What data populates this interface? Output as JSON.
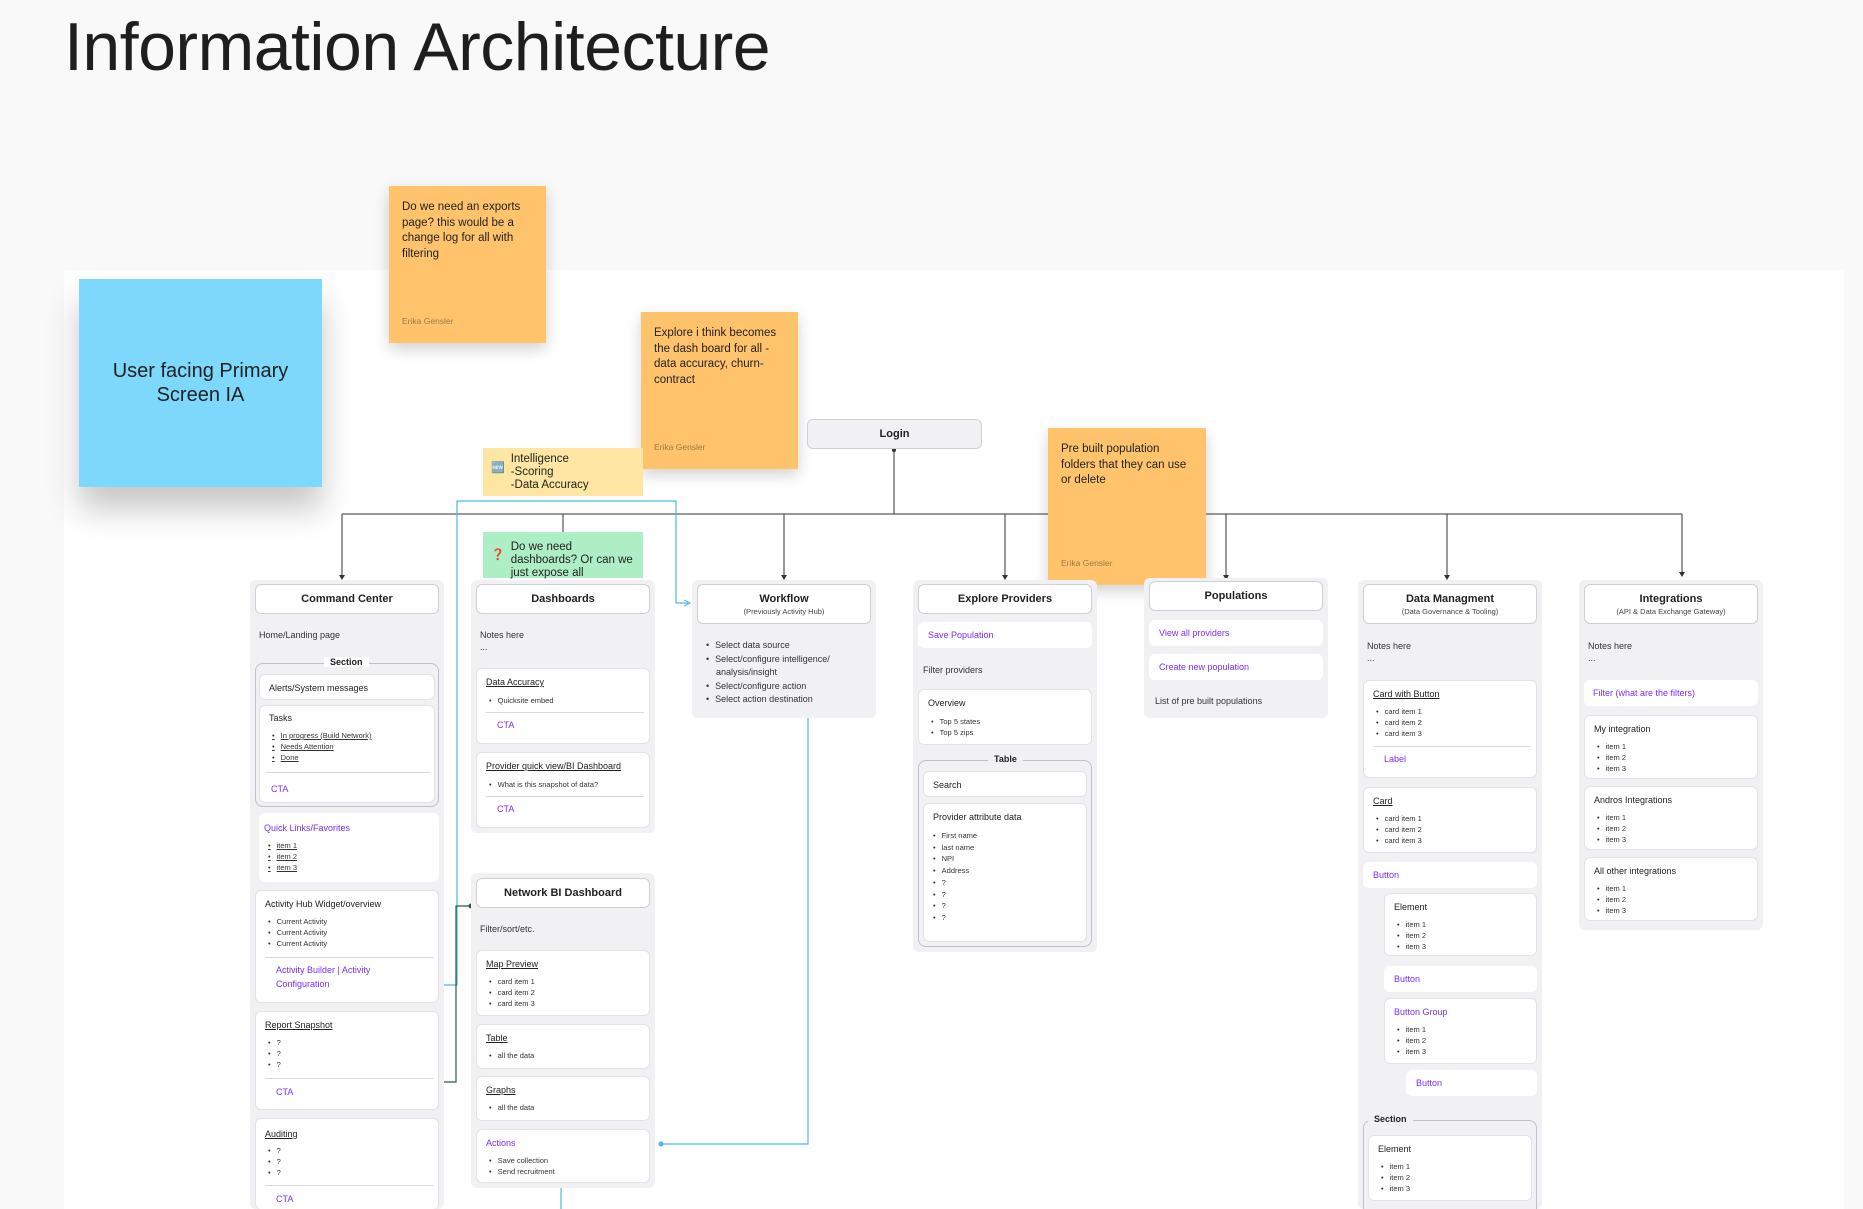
{
  "page_title": "Information Architecture",
  "primary_sticky": "User facing Primary Screen IA",
  "stickies": {
    "exports": {
      "text": "Do we need an exports page? this would be a change log for all with filtering",
      "author": "Erika Gensler"
    },
    "explore": {
      "text": "Explore i think becomes the dash board for all - data accuracy, churn-contract",
      "author": "Erika Gensler"
    },
    "prebuilt": {
      "text": "Pre built population folders that they can use or delete",
      "author": "Erika Gensler"
    }
  },
  "notes": {
    "intelligence": {
      "emoji": "🆕",
      "lines": [
        "Intelligence",
        "-Scoring",
        "-Data Accuracy"
      ]
    },
    "dashboards_q": {
      "emoji": "❓",
      "text": "Do we need dashboards? Or can we just expose all dashboards in nav"
    }
  },
  "login": "Login",
  "command_center": {
    "title": "Command Center",
    "subtitle": "Home/Landing page",
    "section_label": "Section",
    "alerts": "Alerts/System messages",
    "tasks_title": "Tasks",
    "tasks": [
      "In progress (Build Network)",
      "Needs Attention",
      "Done"
    ],
    "cta": "CTA",
    "quick_links": "Quick Links/Favorites",
    "quick_items": [
      "item 1",
      "item 2",
      "item 3"
    ],
    "activity_title": "Activity Hub Widget/overview",
    "activity_items": [
      "Current Activity",
      "Current Activity",
      "Current Activity"
    ],
    "activity_link_1": "Activity Builder |  Activity",
    "activity_link_2": "Configuration",
    "report_title": "Report Snapshot",
    "report_items": [
      "?",
      "?",
      "?"
    ],
    "report_cta": "CTA",
    "auditing_title": "Auditing",
    "auditing_items": [
      "?",
      "?",
      "?"
    ],
    "auditing_cta": "CTA"
  },
  "dashboards": {
    "title": "Dashboards",
    "notes": "Notes here",
    "notes_more": "...",
    "data_accuracy": "Data Accuracy",
    "data_accuracy_items": [
      "Quicksite embed"
    ],
    "cta1": "CTA",
    "provider_quick": "Provider quick view/BI Dashboard",
    "provider_items": [
      "What is this snapshot of data?"
    ],
    "cta2": "CTA"
  },
  "network_bi": {
    "title": "Network BI Dashboard",
    "subtitle": "Filter/sort/etc.",
    "map_title": "Map Preview",
    "map_items": [
      "card item 1",
      "card item 2",
      "card item 3"
    ],
    "table_title": "Table",
    "table_items": [
      "all the data"
    ],
    "graphs_title": "Graphs",
    "graphs_items": [
      "all the data"
    ],
    "actions_title": "Actions",
    "actions_items": [
      "Save collection",
      "Send recruitment"
    ]
  },
  "workflow": {
    "title": "Workflow",
    "subtitle": "(Previously Activity Hub)",
    "items": [
      "Select data source",
      "Select/configure intelligence/",
      "analysis/insight",
      "Select/configure action",
      "Select action destination"
    ]
  },
  "explore_providers": {
    "title": "Explore Providers",
    "save_population": "Save Population",
    "filter": "Filter providers",
    "overview_title": "Overview",
    "overview_items": [
      "Top 5 states",
      "Top 5 zips"
    ],
    "table_label": "Table",
    "search": "Search",
    "attr_title": "Provider attribute data",
    "attr_items": [
      "First name",
      "last name",
      "NPI",
      "Address",
      "?",
      "?",
      "?",
      "?"
    ]
  },
  "populations": {
    "title": "Populations",
    "view_all": "View all providers",
    "create_new": "Create new population",
    "list": "List of pre built populations"
  },
  "data_management": {
    "title": "Data Managment",
    "subtitle": "(Data Governance & Tooling)",
    "notes": "Notes here",
    "notes_more": "...",
    "card_button_title": "Card with Button",
    "card_button_items": [
      "card item 1",
      "card item 2",
      "card item 3"
    ],
    "label": "Label",
    "card_title": "Card",
    "card_items": [
      "card item 1",
      "card item 2",
      "card item 3"
    ],
    "button1": "Button",
    "element_title": "Element",
    "element_items": [
      "item 1",
      "item 2",
      "item 3"
    ],
    "button2": "Button",
    "button_group": "Button Group",
    "group_items": [
      "item 1",
      "item 2",
      "item 3"
    ],
    "button3": "Button",
    "section_label": "Section",
    "element2_title": "Element",
    "element2_items": [
      "item 1",
      "item 2",
      "item 3"
    ]
  },
  "integrations": {
    "title": "Integrations",
    "subtitle": "(API & Data Exchange Gateway)",
    "notes": "Notes here",
    "notes_more": "...",
    "filter": "Filter (what are the filters)",
    "my_title": "My integration",
    "my_items": [
      "item 1",
      "item 2",
      "item 3"
    ],
    "andros_title": "Andros Integrations",
    "andros_items": [
      "item 1",
      "item 2",
      "item 3"
    ],
    "other_title": "All other integrations",
    "other_items": [
      "item 1",
      "item 2",
      "item 3"
    ]
  },
  "colors": {
    "blue_sticky": "#7dd8fc",
    "orange_sticky": "#ffc46b",
    "link": "#7b2ff7",
    "connector": "#4fb7e0",
    "dark_connector": "#2d5a45"
  }
}
